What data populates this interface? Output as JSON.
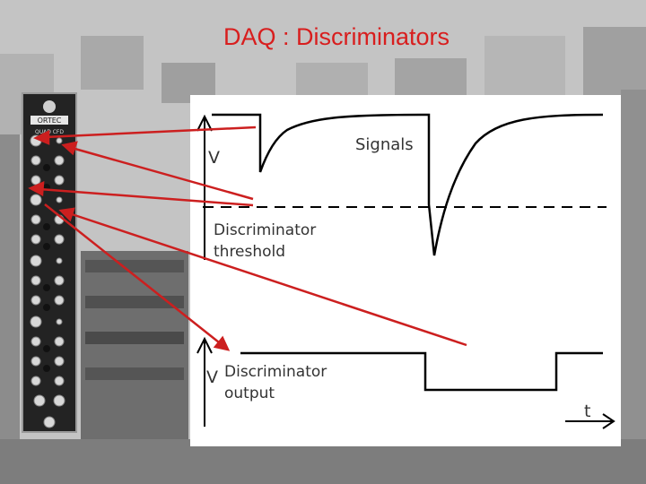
{
  "slide": {
    "title": "DAQ : Discriminators"
  },
  "module": {
    "brand": "ORTEC",
    "model": "QUAD CFD"
  },
  "diagram": {
    "top": {
      "axis_label": "V",
      "signals_label": "Signals",
      "threshold_label_line1": "Discriminator",
      "threshold_label_line2": "threshold"
    },
    "bottom": {
      "axis_label": "V",
      "output_label_line1": "Discriminator",
      "output_label_line2": "output",
      "time_label": "t"
    }
  },
  "colors": {
    "title": "#d81e1e",
    "arrows": "#cc1f1f",
    "traces": "#000000"
  }
}
